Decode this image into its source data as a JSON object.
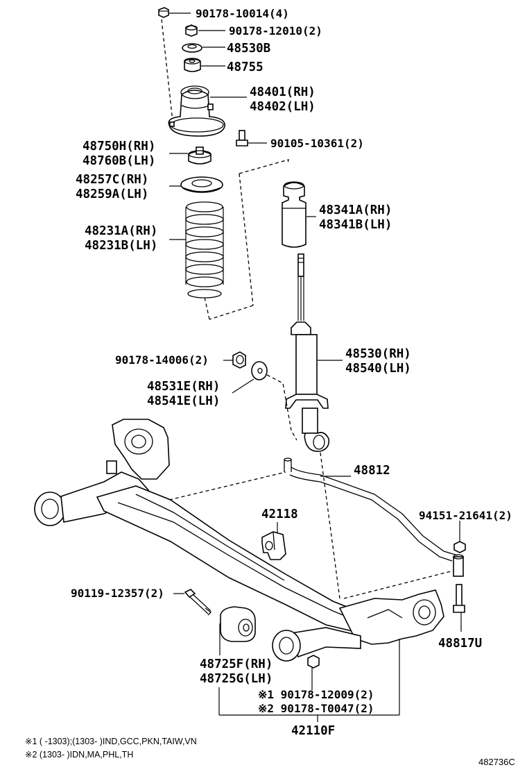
{
  "labels": {
    "p90178_10014": "90178-10014(4)",
    "p90178_12010": "90178-12010(2)",
    "p48530B": "48530B",
    "p48755": "48755",
    "p48401": "48401(RH)",
    "p48402": "48402(LH)",
    "p90105_10361": "90105-10361(2)",
    "p48750H": "48750H(RH)",
    "p48760B": "48760B(LH)",
    "p48257C": "48257C(RH)",
    "p48259A": "48259A(LH)",
    "p48341A": "48341A(RH)",
    "p48341B": "48341B(LH)",
    "p48231A": "48231A(RH)",
    "p48231B": "48231B(LH)",
    "p48530": "48530(RH)",
    "p48540": "48540(LH)",
    "p90178_14006": "90178-14006(2)",
    "p48531E": "48531E(RH)",
    "p48541E": "48541E(LH)",
    "p48812": "48812",
    "p94151": "94151-21641(2)",
    "p42118": "42118",
    "p90119": "90119-12357(2)",
    "p48817U": "48817U",
    "p48725F": "48725F(RH)",
    "p48725G": "48725G(LH)",
    "p90178_12009": "※1 90178-12009(2)",
    "p90178_T0047": "※2 90178-T0047(2)",
    "p42110F": "42110F"
  },
  "notes": {
    "note1": "※1 (       -1303);(1303-         )IND,GCC,PKN,TAIW,VN",
    "note2": "※2 (1303-         )IDN,MA,PHL,TH"
  },
  "figure_code": "482736C"
}
